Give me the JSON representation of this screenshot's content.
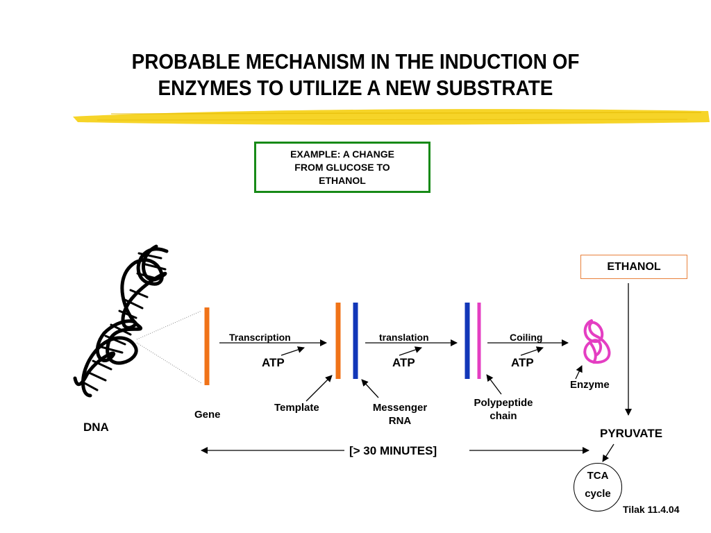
{
  "title": {
    "line1": "PROBABLE MECHANISM IN THE INDUCTION OF",
    "line2": "ENZYMES TO UTILIZE A NEW SUBSTRATE"
  },
  "example": "EXAMPLE: A CHANGE FROM GLUCOSE TO ETHANOL",
  "labels": {
    "dna": "DNA",
    "gene": "Gene",
    "transcription": "Transcription",
    "translation": "translation",
    "coiling": "Coiling",
    "atp": "ATP",
    "template": "Template",
    "messenger_rna": "Messenger RNA",
    "polypeptide_chain": "Polypeptide chain",
    "enzyme": "Enzyme",
    "ethanol": "ETHANOL",
    "pyruvate": "PYRUVATE",
    "duration": "[> 30 MINUTES]",
    "tca_line1": "TCA",
    "tca_line2": "cycle",
    "credit": "Tilak 11.4.04"
  },
  "colors": {
    "highlighter": "#f5d21c",
    "example_border": "#178a17",
    "gene_strand": "#f07318",
    "mrna_strand": "#1237b8",
    "polypeptide_strand": "#e43ec2",
    "enzyme": "#e43ec2",
    "ethanol_border": "#e8803a"
  }
}
